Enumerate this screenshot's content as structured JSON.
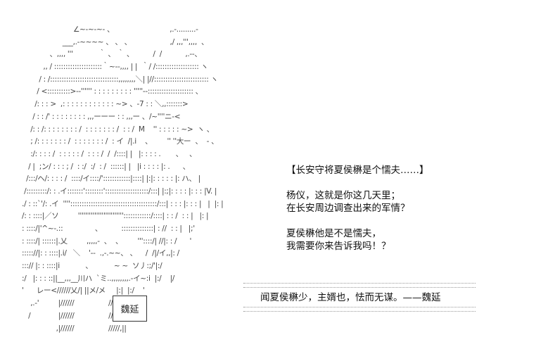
{
  "art_lines": [
    "                         ∠~-~-~- 、                          ,.-.........-",
    "                    ___,.-~~~~ 、 、 、                  ,/ ,,,''',,,,  、",
    "              、,,,, '''            ｀ 、 ｀ 、         /  /           ,.--、",
    "           ,, / :::::::::::::::::::::｀~--,,,, | |  ｀/ /::::::::::::::::::: ヽ",
    "         / : /::::::::::::::::::::::::::::::,,,,,,,,＼| |//:::::::::::::::::::::::: ヽ",
    "        / <::::::::::>--'''''' : : : : : : : : : '''''--:::::::::::::::::::: 、",
    "       /: : : >  ,: : : : : : : : : : : : ~> 、-7 : : ＼,,:::::::>",
    "      / : : /' : : : : : : : : ,,,ーーー : : ,,,ー 、/~''''ニ-<",
    "     /: : /: : : : : : : : /  : : : : : : : /  : : /  M    '' : : : : : ~>  ヽ 、",
    "     ; /: : : : : : : /  : : : : : : : /  : イ  /|.i    、       '' ''大ー  、  - 、",
    "     :/: : : : /  : : : : : /  : : : /  /  /::::| |   |: : : : .       、   、",
    "    / |  ;ン/ : : : ; /  : :/  :/  : /  ::::::| |   |i : : : : |: .      、",
    "   /:::/ヘ/: : : : /  ::::/イ::::/'::::::::::::|::::| |:|: : : : : |: ハ、 |",
    "  /:::::::::/: : .イ:::::::'::::::::':::::::::::::::::::/:::| |:;|: : : : |: : : |V. |",
    " ./ : ::`'/: .イ  ''''::::::::::::::::::::::::::::::::::::::/:::| : : : |: : : |   |  |: |",
    " /: : ::::|／ソ         '''''''''''''''''''''''''::::::::::::/::::| : : /  : : |   |: |",
    " : ::::/|'^~-.::               、         ::::::::::::::| : //  : : |   |;'",
    " : ::::/| ::::::|.乂         ,,,,,-  、  、       '''::::/| //|: : /      '",
    " ::::://|: : ::::|.i/   ＼    '--  .,-.~~、 、    /  /|/イ,,|: /",
    " :::// |: : ::::|i            、          ~ ~  ソ丿:;/'|:/",
    " :/   |: : : ::||__,,,__川ハ  `ミ..,,,,,,,,.-イ~:i  |:/    |/",
    " '      レー<//////乂/| ||メ/メ     |:|  |:/    '",
    "     ,.-'         |//////                ///>|:|  |'",
    "    /             |//////                ////  |.|",
    "                 ,|//////                /////,||"
  ],
  "narration": {
    "title": "【长安守将夏侯楙是个懦夫……】",
    "line1": "杨仪，这就是你这几天里；",
    "line2": "在长安周边调查出来的军情？",
    "line3": "夏侯楙他是不是懦夫，",
    "line4": "我需要你来告诉我吗！？"
  },
  "quote": "闻夏侯楙少，主婿也，怯而无谋。——魏延",
  "speaker_label": "魏延"
}
